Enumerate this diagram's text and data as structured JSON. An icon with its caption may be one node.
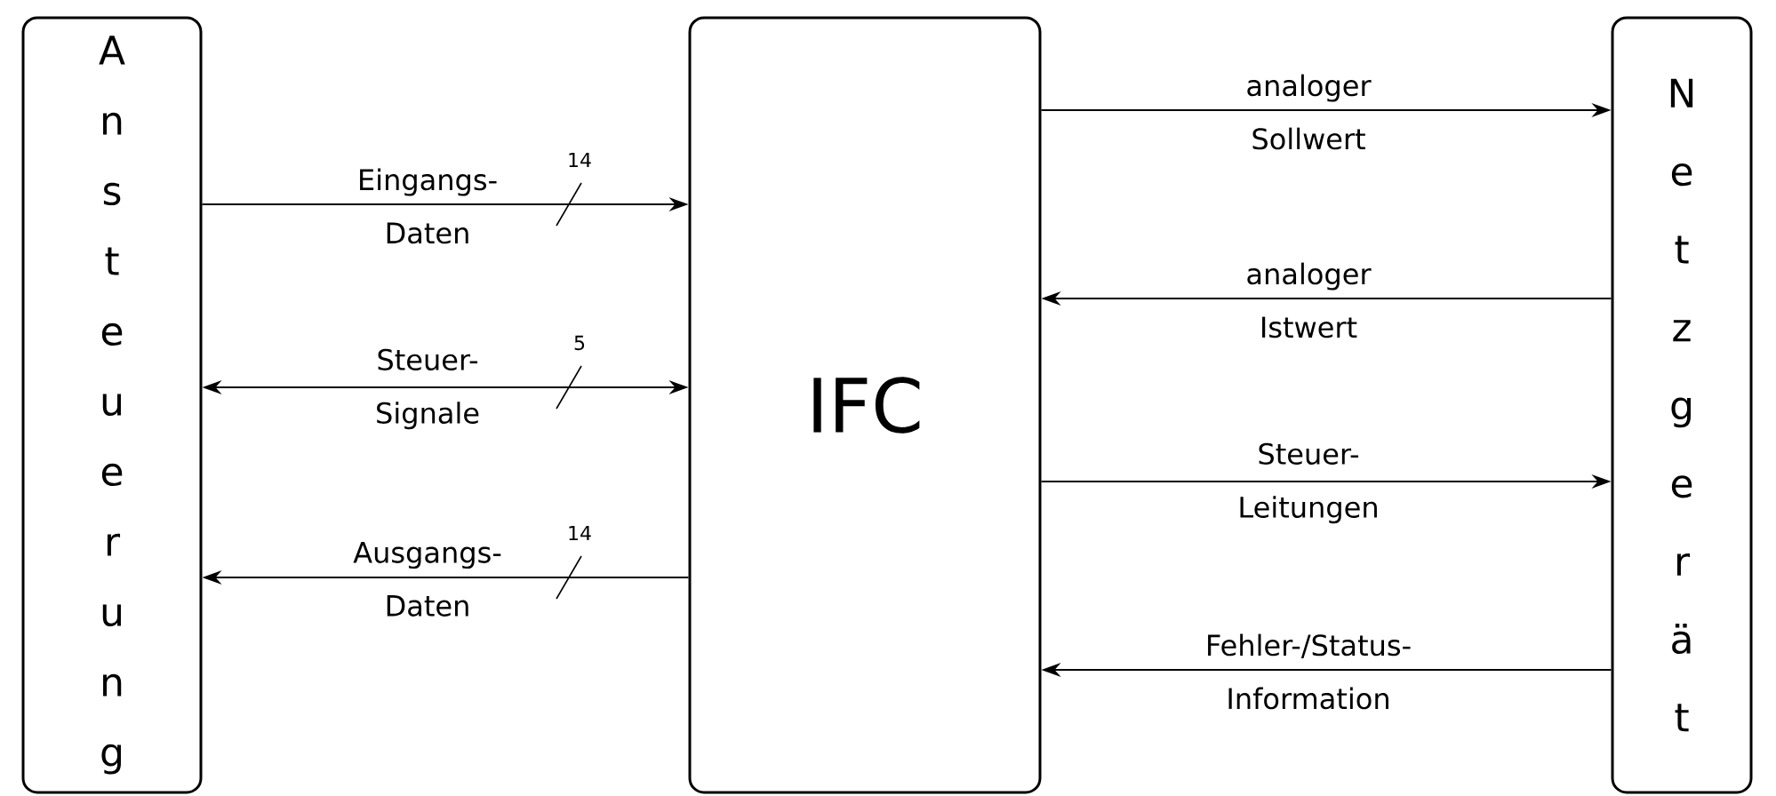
{
  "diagram": {
    "nodes": [
      {
        "text": [
          "Ansteuerung"
        ]
      },
      {
        "text": [
          "IFC"
        ]
      },
      {
        "text": [
          "Netzgerät"
        ]
      }
    ],
    "edges": [
      {
        "from": 0,
        "to": 1,
        "arrow": "to",
        "label": "Eingangs- Daten"
      },
      {
        "from": 0,
        "to": 1,
        "arrow": "both",
        "label": "Steuer- Signale"
      },
      {
        "from": 1,
        "to": 0,
        "arrow": "to",
        "label": "Ausgangs- Daten"
      },
      {
        "from": 1,
        "to": 2,
        "arrow": "to",
        "label": "analoger Sollwert"
      },
      {
        "from": 2,
        "to": 1,
        "arrow": "to",
        "label": "analoger Istwert"
      },
      {
        "from": 1,
        "to": 2,
        "arrow": "to",
        "label": "Steuer- Leitungen"
      },
      {
        "from": 2,
        "to": 1,
        "arrow": "to",
        "label": "Fehler-/Status- Information"
      }
    ],
    "labels": [
      "14",
      "5",
      "14"
    ]
  }
}
